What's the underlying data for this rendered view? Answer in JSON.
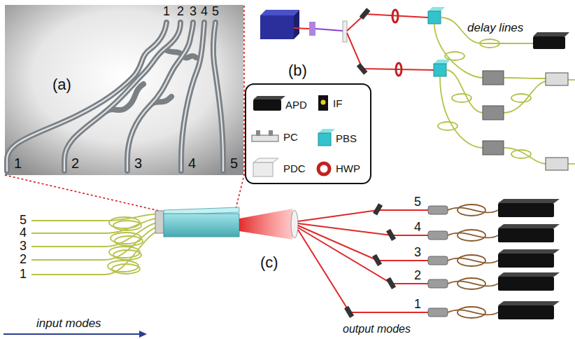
{
  "diagram": {
    "labels": [
      "1",
      "2",
      "3",
      "4",
      "5",
      "(a)",
      "1",
      "2",
      "3",
      "4",
      "5",
      "(b)",
      "delay lines",
      "5",
      "4",
      "3",
      "2",
      "1",
      "(c)",
      "input modes",
      "5",
      "4",
      "3",
      "2",
      "1",
      "output modes"
    ],
    "legend": [
      {
        "text": "APD"
      },
      {
        "text": "IF"
      },
      {
        "text": "PC"
      },
      {
        "text": "PBS"
      },
      {
        "text": "PDC"
      },
      {
        "text": "HWP"
      }
    ]
  }
}
